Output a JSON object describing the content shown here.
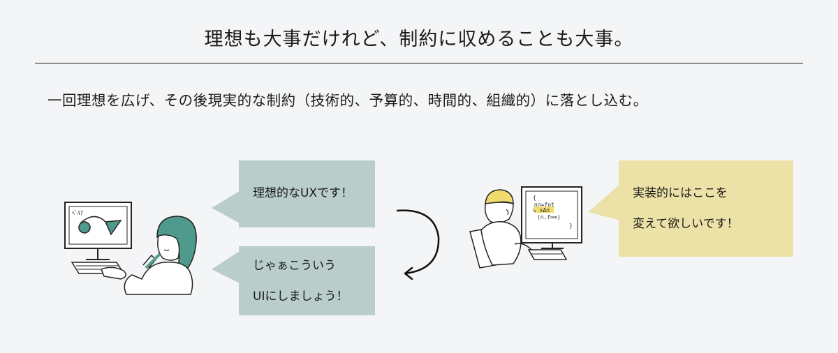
{
  "heading": "理想も大事だけれど、制約に収めることも大事。",
  "subheading": "一回理想を広げ、その後現実的な制約（技術的、予算的、時間的、組織的）に落とし込む。",
  "designer": {
    "bubble_ideal": "理想的なUXです！",
    "bubble_compromise_line1": "じゃぁこういう",
    "bubble_compromise_line2": "UIにしましょう！",
    "screen_scribble": "ﾍﾞﾙｱ"
  },
  "engineer": {
    "bubble_line1": "実装的にはここを",
    "bubble_line2": "変えて欲しいです！",
    "code_line1": "{",
    "code_line2": "∩∩=fot",
    "code_line3": "↳ xΔ∩",
    "code_line4": "(∩.f∞∞)",
    "code_line5": "}"
  },
  "colors": {
    "designer_bubble": "#b9cdcb",
    "engineer_bubble": "#ece1a6",
    "accent_teal": "#4f9a8d",
    "accent_yellow": "#f0dc6e"
  }
}
